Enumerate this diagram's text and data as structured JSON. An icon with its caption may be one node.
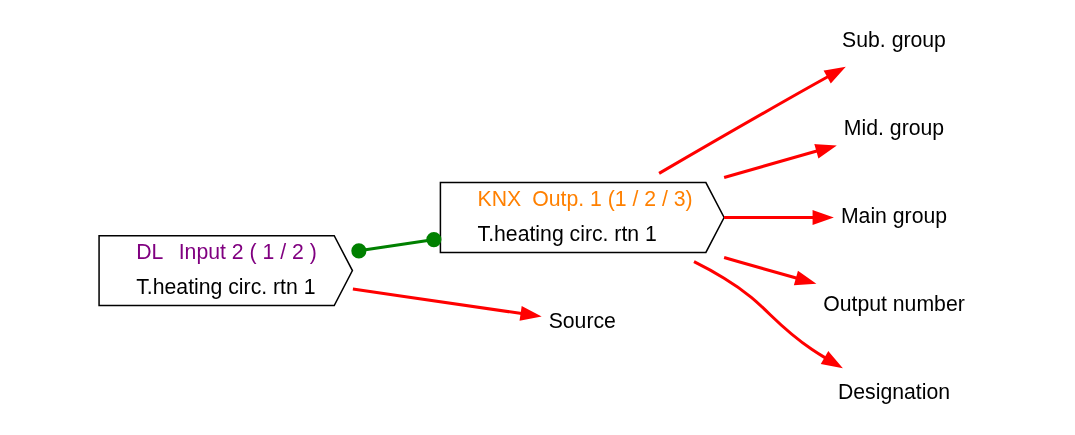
{
  "diagram": {
    "nodes": [
      {
        "text": [
          "Sub. group"
        ]
      },
      {
        "text": [
          "Mid. group"
        ]
      },
      {
        "text": [
          "Main group"
        ]
      },
      {
        "text": [
          "Output number"
        ]
      },
      {
        "text": [
          "DL",
          "Input 2 ( 1 / 2 )",
          "T.heating circ. rtn 1"
        ]
      },
      {
        "text": [
          "KNX",
          "Outp. 1 (1 / 2 / 3)",
          "T.heating circ. rtn 1"
        ]
      },
      {
        "text": [
          "Source"
        ]
      },
      {
        "text": [
          "Designation"
        ]
      }
    ],
    "edges": [
      {
        "from": 4,
        "to": 5,
        "arrow": "other",
        "color": "#008000"
      },
      {
        "from": 5,
        "to": 3,
        "arrow": "to"
      },
      {
        "from": 5,
        "to": 2,
        "arrow": "to"
      },
      {
        "from": 5,
        "to": 1,
        "arrow": "to"
      },
      {
        "from": 5,
        "to": 0,
        "arrow": "to"
      },
      {
        "from": 4,
        "to": 6,
        "arrow": "to"
      },
      {
        "from": 5,
        "to": 7,
        "arrow": "to"
      }
    ]
  }
}
